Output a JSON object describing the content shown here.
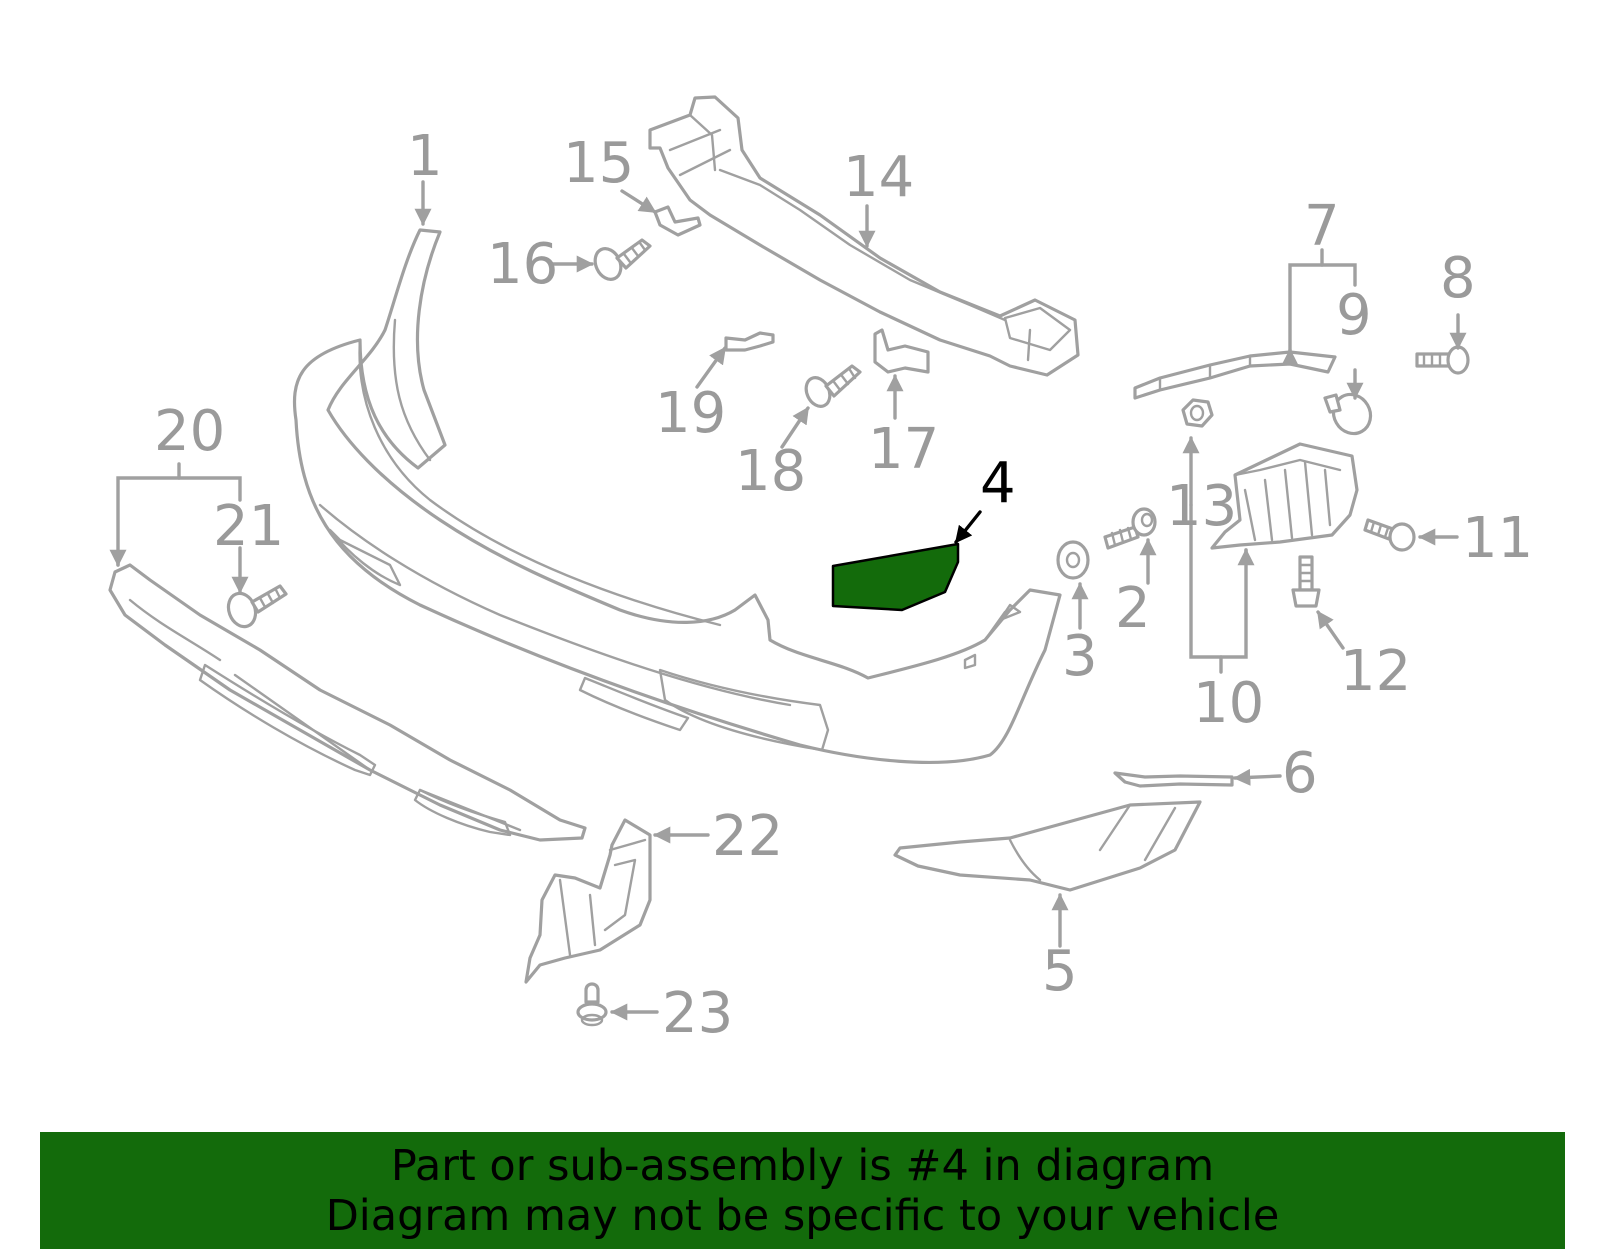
{
  "colors": {
    "highlight_fill": "#136b0b",
    "part_stroke": "#a0a0a0",
    "callout_text": "#9a9a9a",
    "highlight_callout": "#000000",
    "banner_background": "#136b0b",
    "banner_text": "#000000"
  },
  "diagram": {
    "highlighted_part": "4",
    "callouts": {
      "c1": "1",
      "c2": "2",
      "c3": "3",
      "c4": "4",
      "c5": "5",
      "c6": "6",
      "c7": "7",
      "c8": "8",
      "c9": "9",
      "c10": "10",
      "c11": "11",
      "c12": "12",
      "c13": "13",
      "c14": "14",
      "c15": "15",
      "c16": "16",
      "c17": "17",
      "c18": "18",
      "c19": "19",
      "c20": "20",
      "c21": "21",
      "c22": "22",
      "c23": "23"
    }
  },
  "banner": {
    "line1": "Part or sub-assembly is #4 in diagram",
    "line2": "Diagram may not be specific to your vehicle"
  }
}
